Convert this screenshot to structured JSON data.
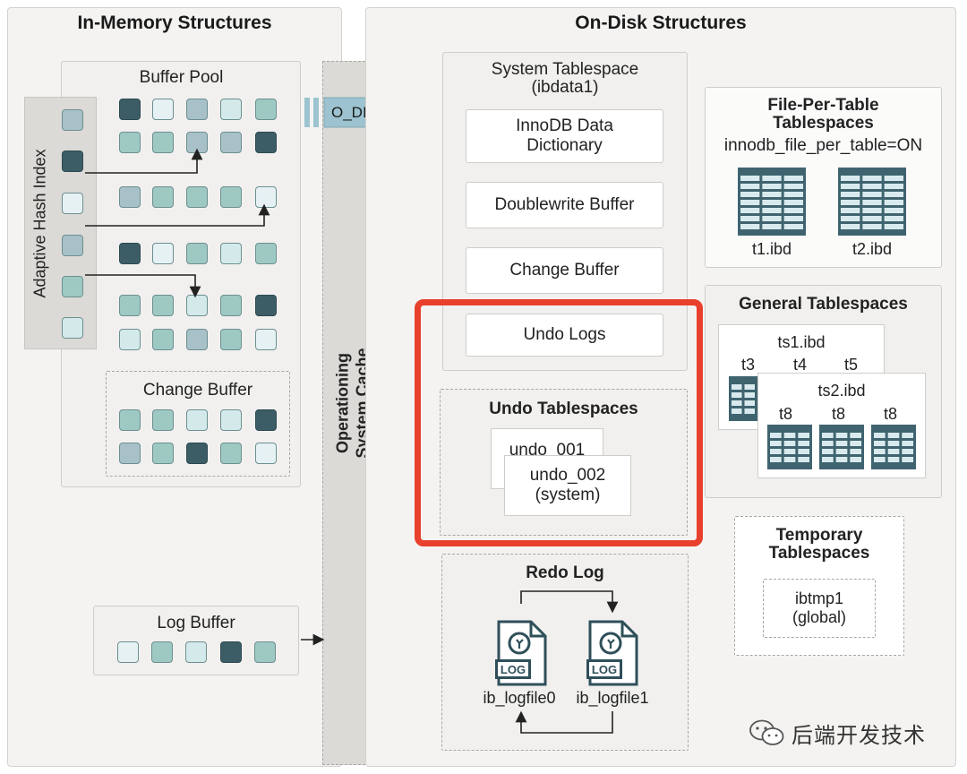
{
  "in_memory": {
    "title": "In-Memory Structures",
    "buffer_pool": "Buffer Pool",
    "adaptive_hash_index": "Adaptive Hash Index",
    "change_buffer": "Change Buffer",
    "log_buffer": "Log Buffer"
  },
  "os_cache": {
    "line1": "Operationing",
    "line2": "System Cache"
  },
  "o_direct": "O_DIRECT",
  "on_disk": {
    "title": "On-Disk Structures",
    "system_tablespace": {
      "title_line1": "System Tablespace",
      "title_line2": "(ibdata1)",
      "data_dictionary_line1": "InnoDB Data",
      "data_dictionary_line2": "Dictionary",
      "doublewrite_buffer": "Doublewrite Buffer",
      "change_buffer": "Change Buffer",
      "undo_logs": "Undo Logs"
    },
    "undo_tablespaces": {
      "title": "Undo Tablespaces",
      "undo1": "undo_001",
      "undo2_line1": "undo_002",
      "undo2_line2": "(system)"
    },
    "redo_log": {
      "title": "Redo Log",
      "file0": "ib_logfile0",
      "file1": "ib_logfile1",
      "log_icon_text": "LOG"
    },
    "file_per_table": {
      "title_line1": "File-Per-Table",
      "title_line2": "Tablespaces",
      "setting": "innodb_file_per_table=ON",
      "t1": "t1.ibd",
      "t2": "t2.ibd"
    },
    "general": {
      "title": "General Tablespaces",
      "ts1": "ts1.ibd",
      "t3": "t3",
      "t4": "t4",
      "t5": "t5",
      "ts2": "ts2.ibd",
      "t8": "t8"
    },
    "temporary": {
      "title_line1": "Temporary",
      "title_line2": "Tablespaces",
      "ibtmp_line1": "ibtmp1",
      "ibtmp_line2": "(global)"
    }
  },
  "watermark": "后端开发技术",
  "colors": {
    "highlight": "#e8402c",
    "dark_cell": "#3d5d66",
    "teal_cell": "#9ec9c3",
    "light_cell": "#d4eaea",
    "blue_cell": "#a8c0c8",
    "white_cell": "#e6f1f4",
    "arrow": "#9cc3cf"
  }
}
